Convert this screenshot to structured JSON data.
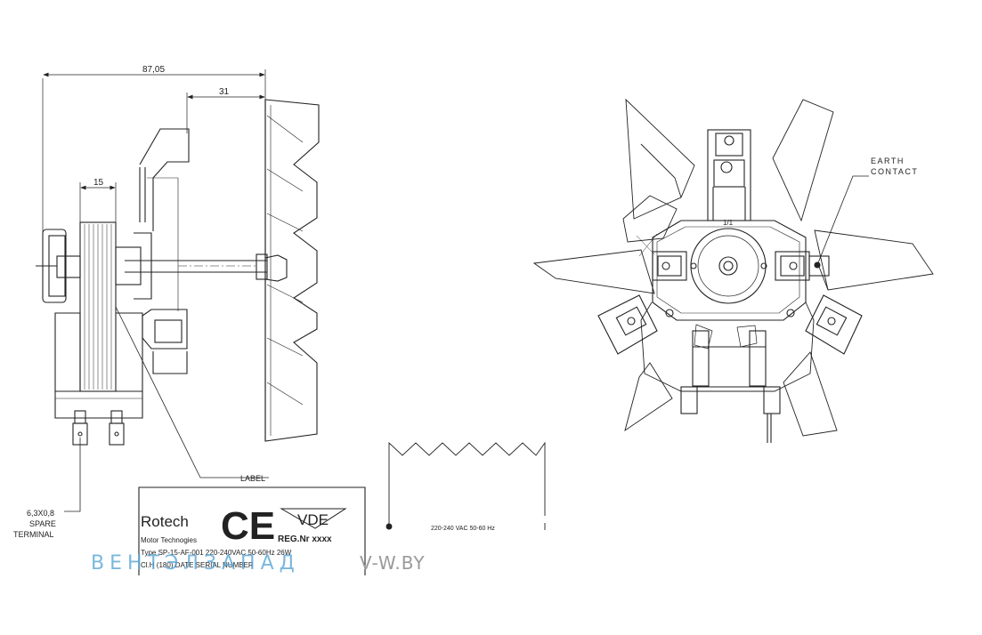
{
  "dimensions": {
    "overall": "87,05",
    "fan": "31",
    "stack": "15"
  },
  "callouts": {
    "label": "LABEL",
    "terminal_size": "6,3X0,8",
    "terminal_line1": "SPARE",
    "terminal_line2": "TERMINAL",
    "earth_line1": "EARTH",
    "earth_line2": "CONTACT",
    "front_mark": "1/1"
  },
  "nameplate": {
    "brand": "Rotech",
    "subtitle": "Motor Technogies",
    "ce_mark": "CE",
    "vde_mark": "VDE",
    "reg": "REG.Nr xxxx",
    "type_line": "Type SP-15-AF-001 220-240VAC 50-60Hz 26W",
    "class_line": "Cl.H (180) DATE SERIAL NUMBER"
  },
  "schematic": {
    "supply": "220-240 VAC 50-60 Hz"
  },
  "watermark": {
    "left": "ВЕНТЭЛЗАПАД",
    "right": "V-W.BY",
    "left_color": "#5aa6d6",
    "right_color": "#9a9a9a"
  },
  "colors": {
    "ink": "#222222"
  }
}
